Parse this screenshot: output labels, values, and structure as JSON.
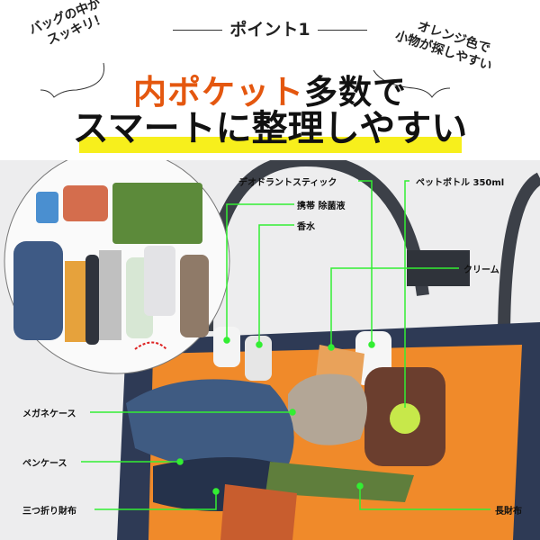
{
  "header": {
    "point": "ポイント1",
    "headline_orange": "内ポケット",
    "headline_rest": "多数で",
    "subheadline": "スマートに整理しやすい"
  },
  "notes": {
    "left": [
      "バッグの中が",
      "スッキリ！"
    ],
    "right": [
      "オレンジ色で",
      "小物が探しやすい"
    ]
  },
  "labels": {
    "deodorant": "デオドラントスティック",
    "bottle": "ペットボトル 350ml",
    "sanitizer": "携帯 除菌液",
    "perfume": "香水",
    "cream": "クリーム",
    "glasses_case": "メガネケース",
    "pen_case": "ペンケース",
    "trifold_wallet": "三つ折り財布",
    "long_wallet": "長財布"
  },
  "colors": {
    "accent": "#e4570f",
    "highlight": "#f7ef1c",
    "leader": "#33ee33",
    "interior": "#f08a2a",
    "bag": "#2e3a55"
  }
}
